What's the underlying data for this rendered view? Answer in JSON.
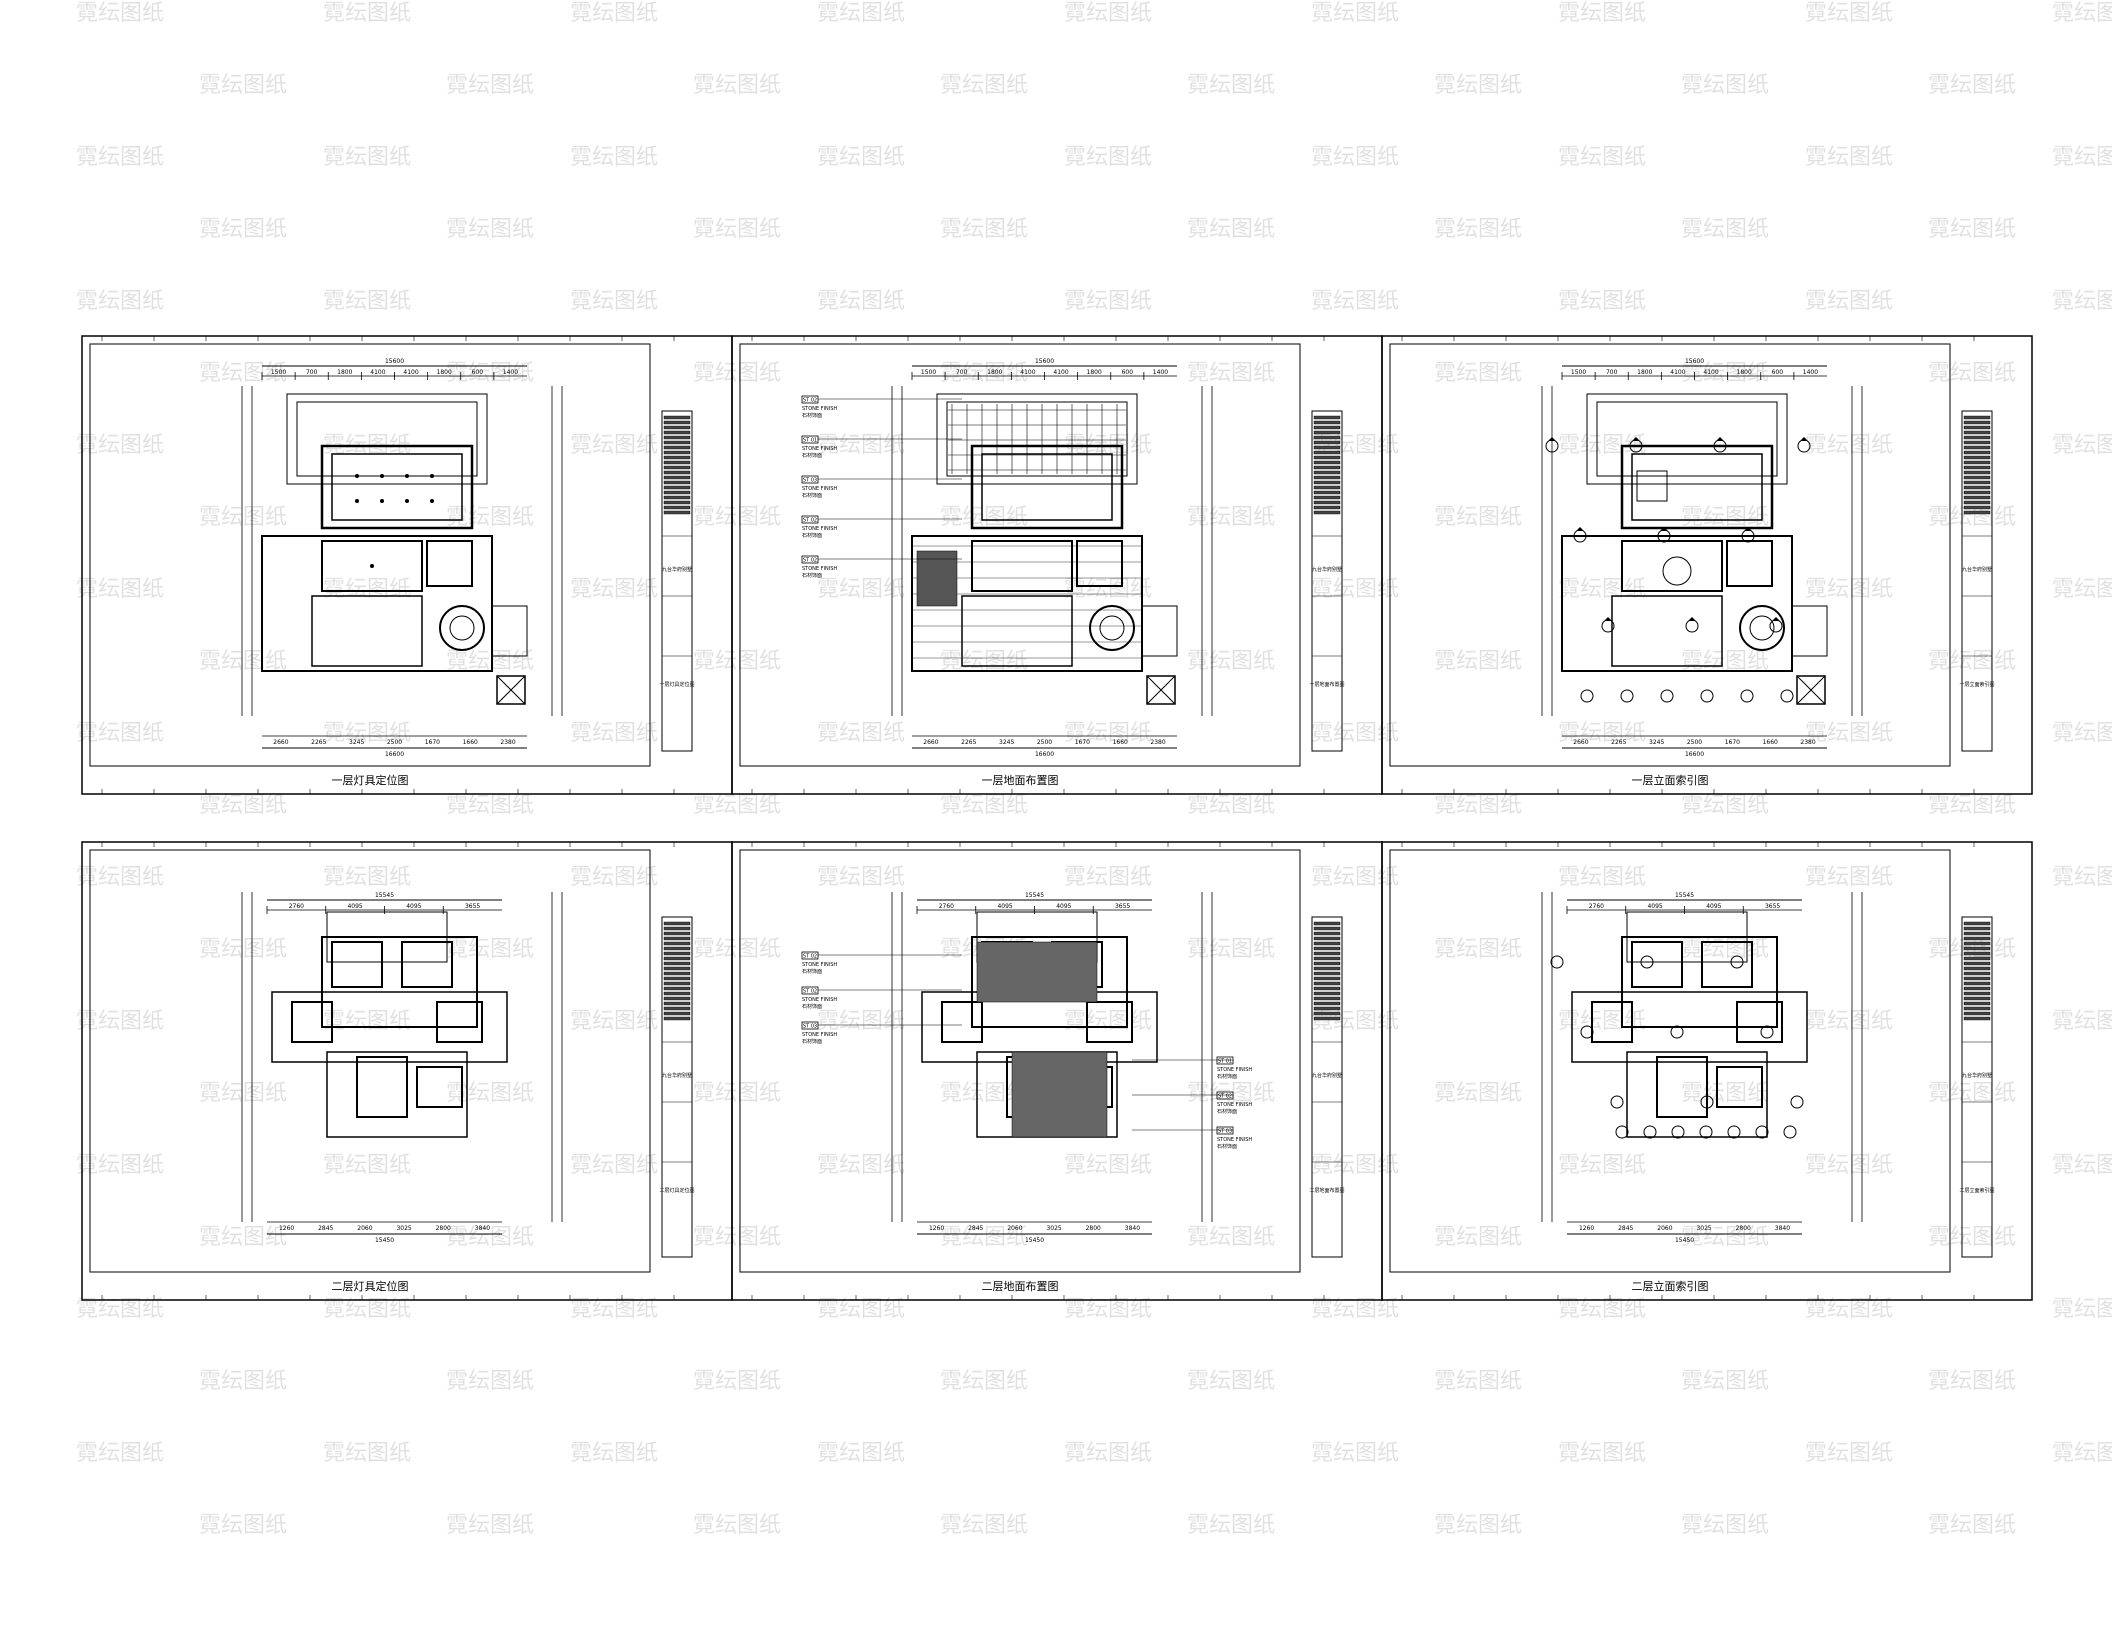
{
  "watermark": "霓纭图纸",
  "sheets": [
    {
      "title": "一层灯具定位图",
      "tb_title": "一层灯具定位图",
      "project": "九台华府别墅",
      "dims_top": [
        "1500",
        "700",
        "1800",
        "4100",
        "4100",
        "1800",
        "600",
        "1400"
      ],
      "dims_total_top": "15600",
      "dims_bottom": [
        "2660",
        "2265",
        "3245",
        "2500",
        "1670",
        "1660",
        "2380"
      ],
      "dims_total_bottom": "16600",
      "tags": []
    },
    {
      "title": "一层地面布置图",
      "tb_title": "一层地面布置图",
      "project": "九台华府别墅",
      "dims_top": [
        "1500",
        "700",
        "1800",
        "4100",
        "4100",
        "1800",
        "600",
        "1400"
      ],
      "dims_total_top": "15600",
      "dims_bottom": [
        "2660",
        "2265",
        "3245",
        "2500",
        "1670",
        "1660",
        "2380"
      ],
      "dims_total_bottom": "16600",
      "tags": [
        {
          "code": "ST 02",
          "l1": "STONE FINISH",
          "l2": "石材饰面"
        },
        {
          "code": "ST 01",
          "l1": "STONE FINISH",
          "l2": "石材饰面"
        },
        {
          "code": "ST 03",
          "l1": "STONE FINISH",
          "l2": "石材饰面"
        },
        {
          "code": "ST 02",
          "l1": "STONE FINISH",
          "l2": "石材饰面"
        },
        {
          "code": "ST 02",
          "l1": "STONE FINISH",
          "l2": "石材饰面"
        }
      ]
    },
    {
      "title": "一层立面索引图",
      "tb_title": "一层立面索引图",
      "project": "九台华府别墅",
      "dims_top": [
        "1500",
        "700",
        "1800",
        "4100",
        "4100",
        "1800",
        "600",
        "1400"
      ],
      "dims_total_top": "15600",
      "dims_bottom": [
        "2660",
        "2265",
        "3245",
        "2500",
        "1670",
        "1660",
        "2380"
      ],
      "dims_total_bottom": "16600",
      "tags": []
    },
    {
      "title": "二层灯具定位图",
      "tb_title": "二层灯具定位图",
      "project": "九台华府别墅",
      "dims_top": [
        "2760",
        "4095",
        "4095",
        "3655"
      ],
      "dims_total_top": "15545",
      "dims_bottom": [
        "1260",
        "2845",
        "2060",
        "3025",
        "2800",
        "3840"
      ],
      "dims_total_bottom": "15450",
      "tags": []
    },
    {
      "title": "二层地面布置图",
      "tb_title": "二层地面布置图",
      "project": "九台华府别墅",
      "dims_top": [
        "2760",
        "4095",
        "4095",
        "3655"
      ],
      "dims_total_top": "15545",
      "dims_bottom": [
        "1260",
        "2845",
        "2060",
        "3025",
        "2800",
        "3840"
      ],
      "dims_total_bottom": "15450",
      "tags": [
        {
          "code": "ST 02",
          "l1": "STONE FINISH",
          "l2": "石材饰面"
        },
        {
          "code": "ST 02",
          "l1": "STONE FINISH",
          "l2": "石材饰面"
        },
        {
          "code": "ST 03",
          "l1": "STONE FINISH",
          "l2": "石材饰面"
        },
        {
          "code": "ST 01",
          "l1": "STONE FINISH",
          "l2": "石材饰面"
        },
        {
          "code": "ST 02",
          "l1": "STONE FINISH",
          "l2": "石材饰面"
        },
        {
          "code": "ST 03",
          "l1": "STONE FINISH",
          "l2": "石材饰面"
        }
      ]
    },
    {
      "title": "二层立面索引图",
      "tb_title": "二层立面索引图",
      "project": "九台华府别墅",
      "dims_top": [
        "2760",
        "4095",
        "4095",
        "3655"
      ],
      "dims_total_top": "15545",
      "dims_bottom": [
        "1260",
        "2845",
        "2060",
        "3025",
        "2800",
        "3840"
      ],
      "dims_total_bottom": "15450",
      "tags": []
    }
  ]
}
